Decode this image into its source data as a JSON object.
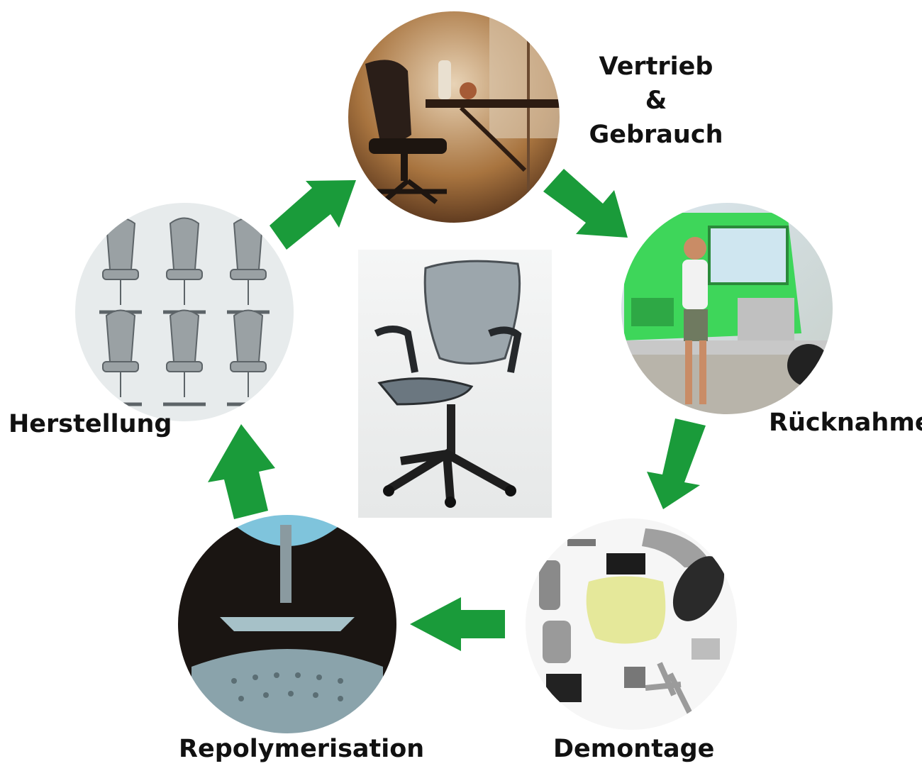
{
  "stages": {
    "top": {
      "line1": "Vertrieb",
      "line2": "&",
      "line3": "Gebrauch"
    },
    "right": "Rücknahme",
    "bottom_right": "Demontage",
    "bottom_left": "Repolymerisation",
    "left": "Herstellung"
  },
  "colors": {
    "arrow": "#1a9b3a",
    "truck": "#3ed65a",
    "office": "#b07a4c",
    "dark_bg": "#1a1512"
  },
  "icons": [
    "office-chair-photo",
    "truck-photo",
    "chair-parts-photo",
    "repolymerisation-photo",
    "chairs-production-photo",
    "mirra-chair-photo"
  ]
}
